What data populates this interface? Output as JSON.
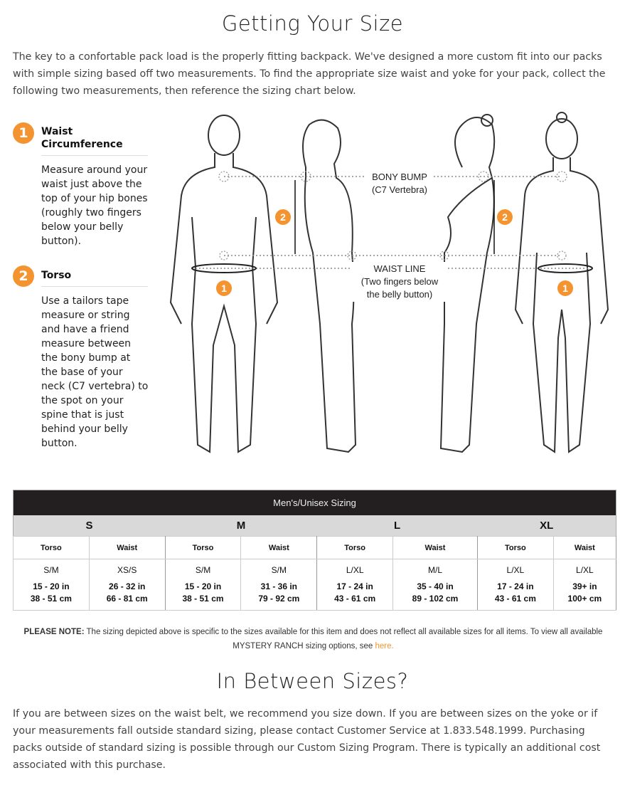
{
  "title": "Getting Your Size",
  "intro": "The key to a confortable pack load is the properly fitting backpack. We've designed a more custom fit into our packs with simple sizing based off two measurements. To find the appropriate size waist and yoke for your pack, collect the following two measurements, then reference the sizing chart below.",
  "steps": [
    {
      "num": "1",
      "title": "Waist Circumference",
      "text": "Measure around your waist just above the top of your hip bones (roughly two fingers below your belly button)."
    },
    {
      "num": "2",
      "title": "Torso",
      "text": "Use a tailors tape measure or string and have a friend measure between the bony bump at the base of your neck (C7 vertebra) to the spot on your spine that is just behind your belly button."
    }
  ],
  "diagram": {
    "bony_bump": "BONY BUMP",
    "bony_bump_sub": "(C7 Vertebra)",
    "waist_line": "WAIST LINE",
    "waist_sub1": "(Two fingers below",
    "waist_sub2": "the belly button)",
    "marker1": "1",
    "marker2": "2",
    "accent": "#f39431"
  },
  "table": {
    "caption": "Men's/Unisex Sizing",
    "sizes": [
      "S",
      "M",
      "L",
      "XL"
    ],
    "subheaders": [
      "Torso",
      "Waist",
      "Torso",
      "Waist",
      "Torso",
      "Waist",
      "Torso",
      "Waist"
    ],
    "cells": [
      {
        "fit": "S/M",
        "in": "15 - 20 in",
        "cm": "38 - 51 cm"
      },
      {
        "fit": "XS/S",
        "in": "26 - 32 in",
        "cm": "66 - 81 cm"
      },
      {
        "fit": "S/M",
        "in": "15 - 20 in",
        "cm": "38 - 51 cm"
      },
      {
        "fit": "S/M",
        "in": "31 - 36 in",
        "cm": "79 - 92 cm"
      },
      {
        "fit": "L/XL",
        "in": "17 - 24 in",
        "cm": "43 - 61 cm"
      },
      {
        "fit": "M/L",
        "in": "35 - 40 in",
        "cm": "89 - 102 cm"
      },
      {
        "fit": "L/XL",
        "in": "17 - 24 in",
        "cm": "43 - 61 cm"
      },
      {
        "fit": "L/XL",
        "in": "39+ in",
        "cm": "100+ cm"
      }
    ]
  },
  "note": {
    "label": "PLEASE NOTE:",
    "text": " The sizing depicted above is specific to the sizes available for this item and does not reflect all available sizes for all items. To view all available MYSTERY RANCH sizing options, see ",
    "link": "here."
  },
  "between_title": "In Between Sizes?",
  "between_text": "If you are between sizes on the waist belt, we recommend you size down. If you are between sizes on the yoke or if your measurements fall outside standard sizing, please contact Customer Service at 1.833.548.1999. Purchasing packs outside of standard sizing is possible through our Custom Sizing Program. There is typically an additional cost associated with this purchase."
}
